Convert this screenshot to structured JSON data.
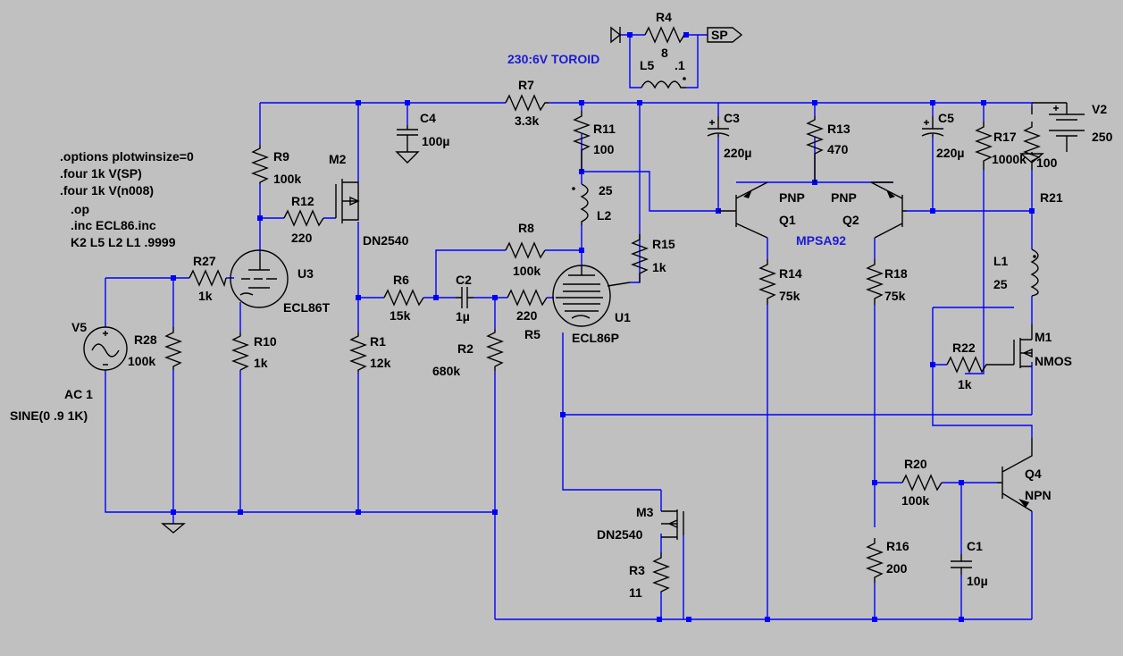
{
  "colors": {
    "background": "#c0c0c0",
    "wire": "#0000ff",
    "component": "#000000",
    "comment": "#1a1ad6"
  },
  "spice_directives": [
    ".options plotwinsize=0",
    ".four 1k V(SP)",
    ".four 1k V(n008)",
    ".op",
    ".inc ECL86.inc",
    "K2 L5 L2 L1 .9999"
  ],
  "comments": {
    "transformer": "230:6V TOROID",
    "pair_model": "MPSA92"
  },
  "net_labels": {
    "sp": "SP"
  },
  "sources": {
    "v5": {
      "name": "V5",
      "ac": "AC 1",
      "value": "SINE(0 .9 1K)"
    },
    "v2": {
      "name": "V2",
      "value": "250"
    }
  },
  "resistors": [
    {
      "name": "R4",
      "value": "8"
    },
    {
      "name": "R7",
      "value": "3.3k"
    },
    {
      "name": "R11",
      "value": "100"
    },
    {
      "name": "R13",
      "value": "470"
    },
    {
      "name": "R17",
      "value": "1000k"
    },
    {
      "name": "R21",
      "value": "100"
    },
    {
      "name": "R9",
      "value": "100k"
    },
    {
      "name": "R12",
      "value": "220"
    },
    {
      "name": "R27",
      "value": "1k"
    },
    {
      "name": "R28",
      "value": "100k"
    },
    {
      "name": "R10",
      "value": "1k"
    },
    {
      "name": "R1",
      "value": "12k"
    },
    {
      "name": "R6",
      "value": "15k"
    },
    {
      "name": "R8",
      "value": "100k"
    },
    {
      "name": "R5",
      "value": "220"
    },
    {
      "name": "R2",
      "value": "680k"
    },
    {
      "name": "R15",
      "value": "1k"
    },
    {
      "name": "R14",
      "value": "75k"
    },
    {
      "name": "R18",
      "value": "75k"
    },
    {
      "name": "R22",
      "value": "1k"
    },
    {
      "name": "R20",
      "value": "100k"
    },
    {
      "name": "R16",
      "value": "200"
    },
    {
      "name": "R3",
      "value": "11"
    }
  ],
  "capacitors": [
    {
      "name": "C4",
      "value": "100µ"
    },
    {
      "name": "C3",
      "value": "220µ"
    },
    {
      "name": "C5",
      "value": "220µ"
    },
    {
      "name": "C2",
      "value": "1µ"
    },
    {
      "name": "C1",
      "value": "10µ"
    }
  ],
  "inductors": [
    {
      "name": "L5",
      "value": ".1"
    },
    {
      "name": "L2",
      "value": "25"
    },
    {
      "name": "L1",
      "value": "25"
    }
  ],
  "tubes": [
    {
      "name": "U3",
      "model": "ECL86T"
    },
    {
      "name": "U1",
      "model": "ECL86P"
    }
  ],
  "transistors": [
    {
      "name": "Q1",
      "type": "PNP"
    },
    {
      "name": "Q2",
      "type": "PNP"
    },
    {
      "name": "Q4",
      "type": "NPN"
    }
  ],
  "mosfets": [
    {
      "name": "M2",
      "model": "DN2540"
    },
    {
      "name": "M3",
      "model": "DN2540"
    },
    {
      "name": "M1",
      "model": "NMOS"
    }
  ]
}
